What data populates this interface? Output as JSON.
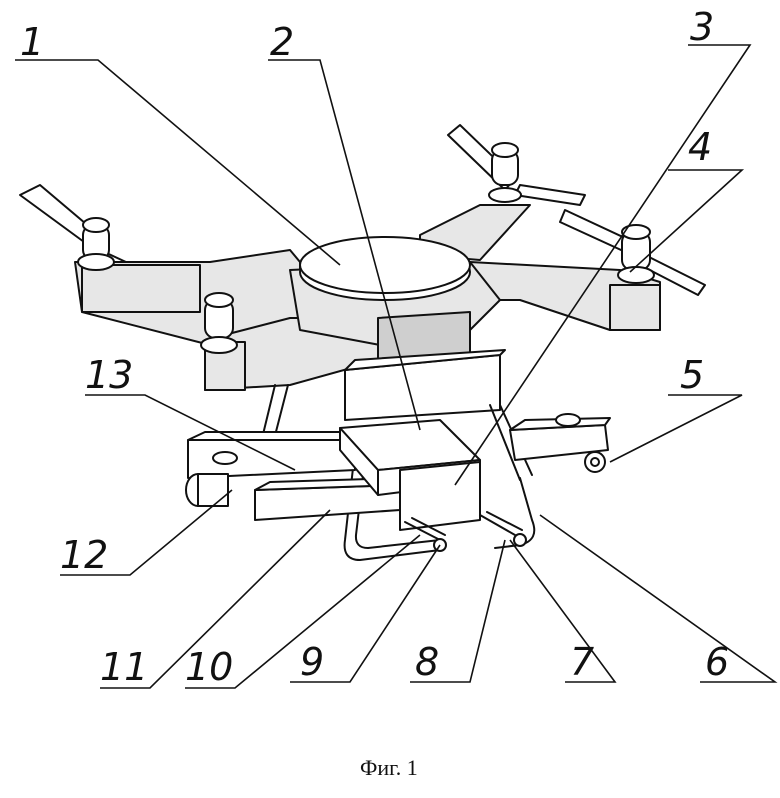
{
  "figure": {
    "caption": "Фиг. 1",
    "labels": [
      "1",
      "2",
      "3",
      "4",
      "5",
      "6",
      "7",
      "8",
      "9",
      "10",
      "11",
      "12",
      "13"
    ]
  }
}
